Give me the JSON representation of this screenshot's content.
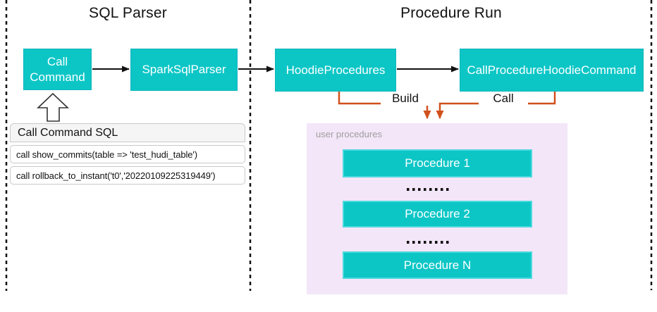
{
  "colors": {
    "teal": "#0cc6c6",
    "orange": "#d1511c",
    "pink": "#f3e6f8"
  },
  "sections": {
    "left_title": "SQL Parser",
    "right_title": "Procedure Run"
  },
  "nodes": {
    "call_command": "Call Command",
    "spark_sql_parser": "SparkSqlParser",
    "hoodie_procedures": "HoodieProcedures",
    "call_procedure_hoodie_command": "CallProcedureHoodieCommand"
  },
  "edge_labels": {
    "build": "Build",
    "call": "Call"
  },
  "sql_panel": {
    "title": "Call Command SQL",
    "rows": [
      "call show_commits(table => 'test_hudi_table')",
      "call rollback_to_instant('t0','20220109225319449')"
    ]
  },
  "user_procedures": {
    "label": "user procedures",
    "items": [
      "Procedure 1",
      "Procedure 2",
      "Procedure N"
    ]
  }
}
